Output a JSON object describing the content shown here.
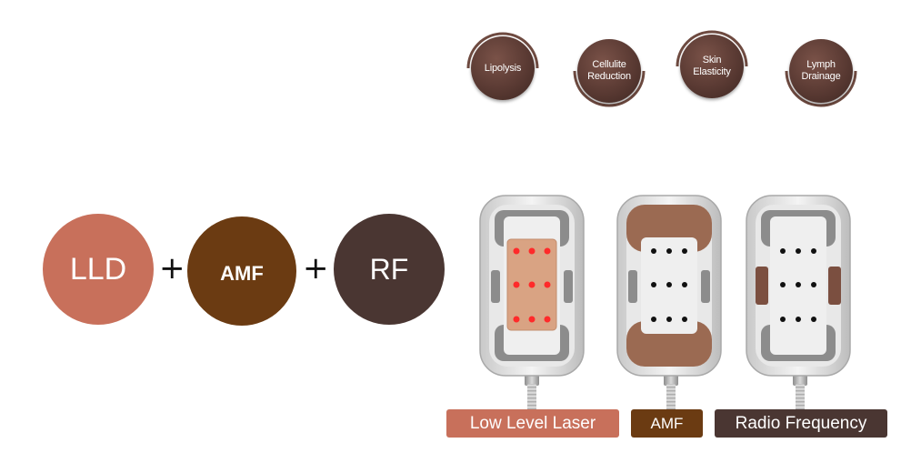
{
  "benefits": [
    {
      "label": "Lipolysis"
    },
    {
      "label": "Cellulite\nReduction"
    },
    {
      "label": "Skin\nElasticity"
    },
    {
      "label": "Lymph\nDrainage"
    }
  ],
  "combination": {
    "items": [
      {
        "label": "LLD",
        "color": "#c8705b"
      },
      {
        "label": "AMF",
        "color": "#6b3b12"
      },
      {
        "label": "RF",
        "color": "#4a3632"
      }
    ],
    "operator": "+"
  },
  "devices": [
    {
      "label": "Low Level Laser",
      "color": "#c8705b"
    },
    {
      "label": "AMF",
      "color": "#6b3b12"
    },
    {
      "label": "Radio Frequency",
      "color": "#4a3632"
    }
  ],
  "colors": {
    "ring": "#6e4a40",
    "pad_gray": "#8a8a8a",
    "pad_amf": "#9b6a52",
    "laser_dot": "#ff2a2a"
  }
}
